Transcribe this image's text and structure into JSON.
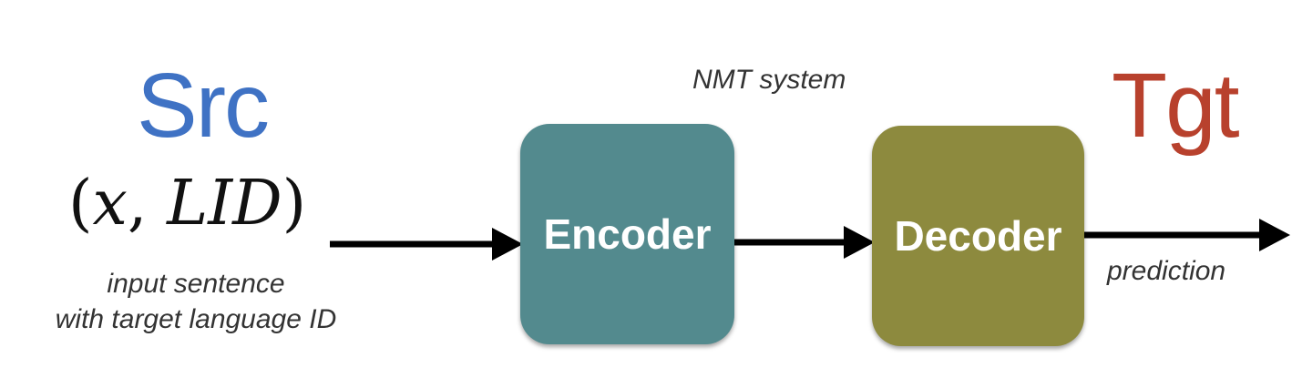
{
  "diagram": {
    "source": {
      "title": "Src",
      "formula_open": "(",
      "formula_var": "x",
      "formula_sep": ", ",
      "formula_lid": "LID",
      "formula_close": ")",
      "caption_line1": "input sentence",
      "caption_line2": "with target language ID"
    },
    "system_label": "NMT system",
    "encoder_label": "Encoder",
    "decoder_label": "Decoder",
    "target": {
      "title": "Tgt",
      "prediction_label": "prediction"
    },
    "colors": {
      "source": "#3f72c4",
      "target": "#b8412d",
      "encoder": "#538a8e",
      "decoder": "#8d8a3e",
      "arrow": "#000000"
    }
  }
}
